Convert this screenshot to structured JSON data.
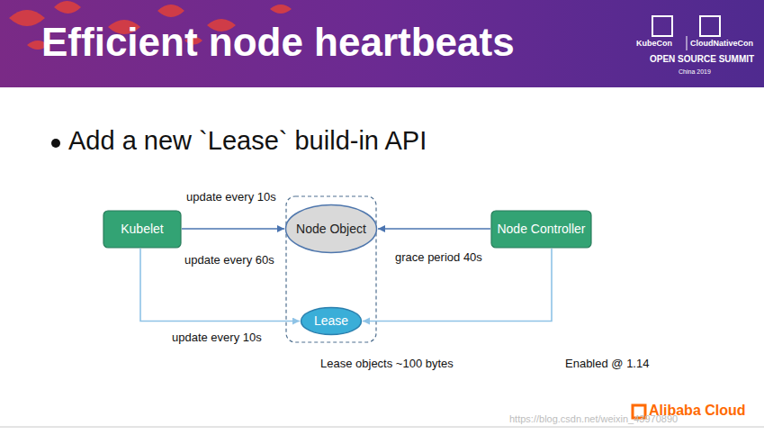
{
  "diagram": {
    "title": "Efficient node heartbeats",
    "nodes": [
      {
        "text": [
          "Kubelet"
        ]
      },
      {
        "text": [
          "Node Object"
        ]
      },
      {
        "text": [
          "Node Controller"
        ]
      },
      {
        "text": [
          "Lease"
        ]
      }
    ],
    "edges": [
      {
        "from": 0,
        "to": 1,
        "label": "update every 10s",
        "arrow": "to"
      },
      {
        "from": 2,
        "to": 1,
        "label": "grace period 40s",
        "arrow": "to"
      },
      {
        "from": 0,
        "to": 3,
        "label": "update every 10s",
        "arrow": "to"
      },
      {
        "from": 2,
        "to": 3,
        "arrow": "to"
      }
    ],
    "labels": [
      "Add a new `Lease` build-in API",
      "update every 60s",
      "Lease objects ~100 bytes",
      "Enabled @ 1.14",
      "KubeCon",
      "CloudNativeCon",
      "OPEN SOURCE SUMMIT",
      "China 2019",
      "Alibaba Cloud",
      "https://blog.csdn.net/weixin_43970890"
    ]
  }
}
